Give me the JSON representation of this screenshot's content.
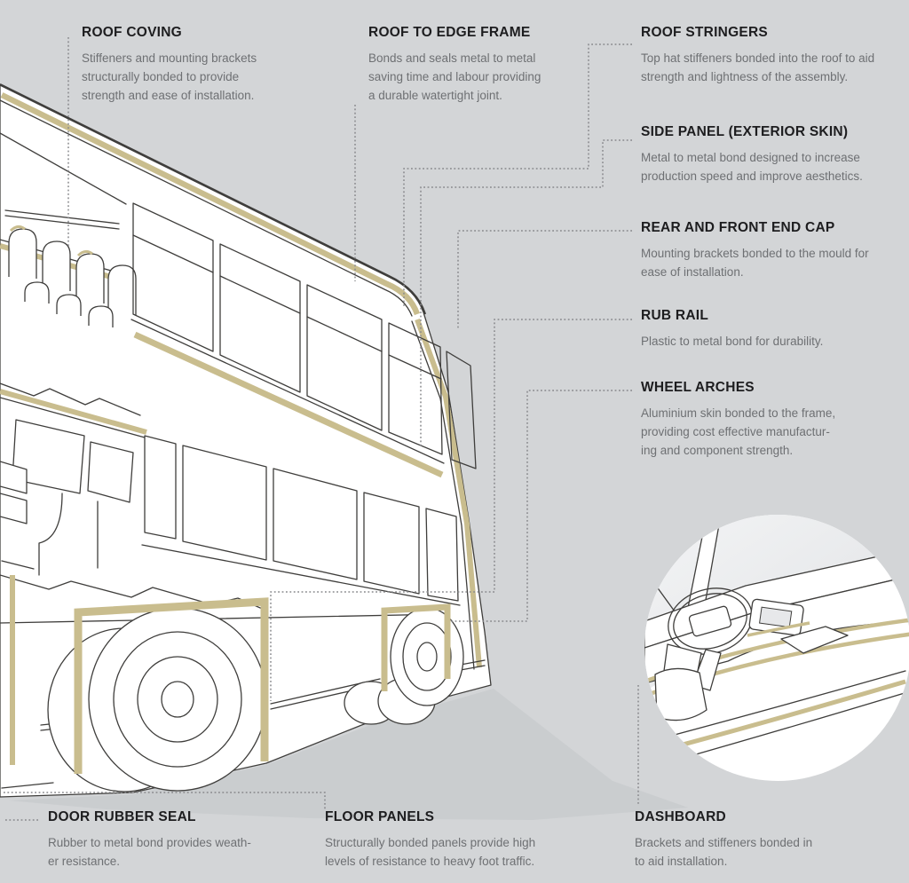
{
  "page": {
    "background": "#d3d5d7"
  },
  "palette": {
    "bg": "#d3d5d7",
    "line": "#3f3e3c",
    "accent_tan": "#c9bd8e",
    "leader": "#87888b",
    "title": "#1d1d1f",
    "body_text": "#6e7073",
    "shadow": "#c7c9cc",
    "white": "#ffffff"
  },
  "illustration": {
    "subject": "double-decker bus cutaway line drawing",
    "inset": "dashboard detail circle"
  },
  "labels": {
    "roof_coving": {
      "title": "ROOF COVING",
      "lines": [
        "Stiffeners and mounting brackets",
        "structurally bonded to provide",
        "strength and ease of installation."
      ]
    },
    "roof_to_edge_frame": {
      "title": "ROOF TO EDGE FRAME",
      "lines": [
        "Bonds and seals metal to metal",
        "saving time and labour providing",
        "a durable watertight joint."
      ]
    },
    "roof_stringers": {
      "title": "ROOF STRINGERS",
      "lines": [
        "Top hat stiffeners bonded into the roof to aid",
        "strength and lightness of the assembly."
      ]
    },
    "side_panel": {
      "title": "SIDE PANEL (EXTERIOR SKIN)",
      "lines": [
        "Metal to metal bond designed to increase",
        "production speed and improve aesthetics."
      ]
    },
    "rear_front_end_cap": {
      "title": "REAR AND FRONT END CAP",
      "lines": [
        "Mounting brackets bonded to the mould for",
        "ease of installation."
      ]
    },
    "rub_rail": {
      "title": "RUB RAIL",
      "lines": [
        "Plastic to metal bond for durability."
      ]
    },
    "wheel_arches": {
      "title": "WHEEL ARCHES",
      "lines": [
        "Aluminium skin bonded to the frame,",
        "providing cost effective manufactur-",
        "ing and component strength."
      ]
    },
    "door_rubber_seal": {
      "title": "DOOR RUBBER SEAL",
      "lines": [
        "Rubber to metal bond provides weath-",
        "er resistance."
      ]
    },
    "floor_panels": {
      "title": "FLOOR PANELS",
      "lines": [
        "Structurally bonded panels provide high",
        "levels of resistance to heavy foot traffic."
      ]
    },
    "dashboard": {
      "title": "DASHBOARD",
      "lines": [
        "Brackets and stiffeners bonded in",
        "to aid installation."
      ]
    }
  }
}
